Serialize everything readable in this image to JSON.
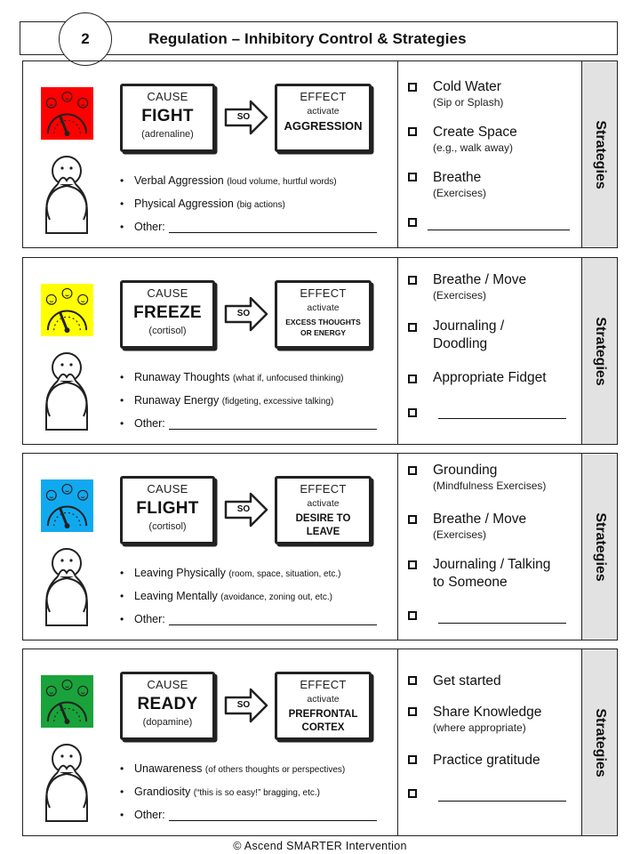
{
  "header": {
    "number": "2",
    "title": "Regulation – Inhibitory Control & Strategies"
  },
  "tab_label": "Strategies",
  "so_label": "SO",
  "other_label": "Other:",
  "footer": "© Ascend SMARTER Intervention",
  "cards": [
    {
      "meter_color": "#ff0000",
      "cause": {
        "label": "CAUSE",
        "word": "FIGHT",
        "note": "(adrenaline)"
      },
      "effect": {
        "label": "EFFECT",
        "activate": "activate",
        "result": "AGGRESSION"
      },
      "effects": [
        {
          "label": "Verbal Aggression",
          "note": "(loud volume, hurtful words)"
        },
        {
          "label": "Physical Aggression",
          "note": "(big actions)"
        }
      ],
      "strategies": [
        {
          "label": "Cold Water",
          "note": "(Sip or Splash)"
        },
        {
          "label": "Create Space",
          "note": "(e.g., walk away)"
        },
        {
          "label": "Breathe",
          "note": "(Exercises)"
        }
      ]
    },
    {
      "meter_color": "#ffff00",
      "cause": {
        "label": "CAUSE",
        "word": "FREEZE",
        "note": "(cortisol)"
      },
      "effect": {
        "label": "EFFECT",
        "activate": "activate",
        "result": "EXCESS THOUGHTS\nOR ENERGY"
      },
      "effects": [
        {
          "label": "Runaway Thoughts",
          "note": "(what if, unfocused thinking)"
        },
        {
          "label": "Runaway Energy",
          "note": "(fidgeting, excessive talking)"
        }
      ],
      "strategies": [
        {
          "label": "Breathe / Move",
          "note": "(Exercises)"
        },
        {
          "label": "Journaling /\nDoodling",
          "note": ""
        },
        {
          "label": "Appropriate Fidget",
          "note": ""
        }
      ]
    },
    {
      "meter_color": "#10a9f0",
      "cause": {
        "label": "CAUSE",
        "word": "FLIGHT",
        "note": "(cortisol)"
      },
      "effect": {
        "label": "EFFECT",
        "activate": "activate",
        "result": "DESIRE TO\nLEAVE"
      },
      "effects": [
        {
          "label": "Leaving Physically",
          "note": "(room, space, situation, etc.)"
        },
        {
          "label": "Leaving Mentally",
          "note": "(avoidance, zoning out, etc.)"
        }
      ],
      "strategies": [
        {
          "label": "Grounding",
          "note": "(Mindfulness Exercises)"
        },
        {
          "label": "Breathe / Move",
          "note": "(Exercises)"
        },
        {
          "label": "Journaling / Talking\nto Someone",
          "note": ""
        }
      ]
    },
    {
      "meter_color": "#1aa33a",
      "cause": {
        "label": "CAUSE",
        "word": "READY",
        "note": "(dopamine)"
      },
      "effect": {
        "label": "EFFECT",
        "activate": "activate",
        "result": "PREFRONTAL\nCORTEX"
      },
      "effects": [
        {
          "label": "Unawareness",
          "note": "(of others thoughts or perspectives)"
        },
        {
          "label": "Grandiosity",
          "note": "(“this is so easy!” bragging, etc.)"
        }
      ],
      "strategies": [
        {
          "label": "Get started",
          "note": ""
        },
        {
          "label": "Share Knowledge",
          "note": "(where appropriate)"
        },
        {
          "label": "Practice gratitude",
          "note": ""
        }
      ]
    }
  ]
}
